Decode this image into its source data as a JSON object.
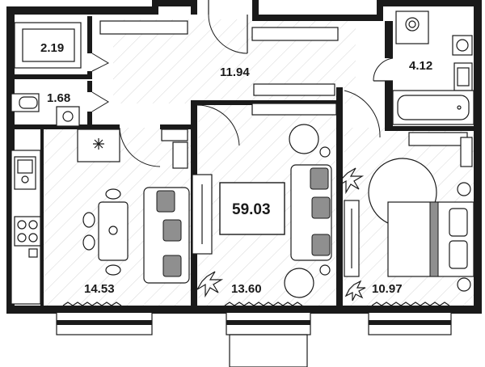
{
  "plan": {
    "total_area": "59.03",
    "rooms": [
      {
        "id": "wardrobe",
        "area": "2.19"
      },
      {
        "id": "hall",
        "area": "11.94"
      },
      {
        "id": "bathroom",
        "area": "4.12"
      },
      {
        "id": "toilet",
        "area": "1.68"
      },
      {
        "id": "kitchen",
        "area": "14.53"
      },
      {
        "id": "living-room",
        "area": "13.60"
      },
      {
        "id": "bedroom",
        "area": "10.97"
      }
    ]
  },
  "colors": {
    "wall": "#1a1a1a",
    "cushion": "#8f8f8f",
    "hatch": "#d7d7d7",
    "background": "#ffffff"
  }
}
